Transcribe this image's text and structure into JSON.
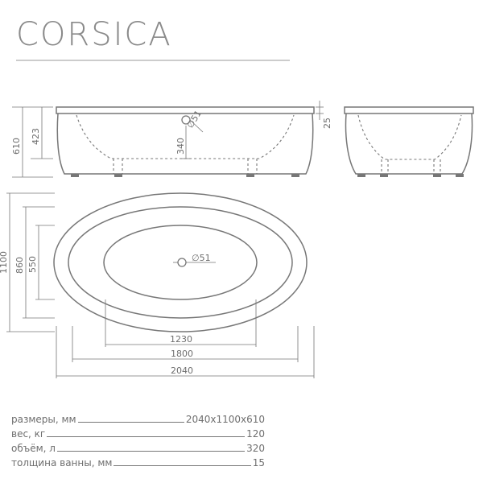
{
  "title": "CORSICA",
  "colors": {
    "line": "#777777",
    "text": "#6e6e6e"
  },
  "front_view": {
    "dim_height_total": "610",
    "dim_height_inner": "423",
    "dim_drain_height": "340",
    "dim_drain_diameter": "∅51",
    "dim_rim": "25"
  },
  "top_view": {
    "dim_width_total": "1100",
    "dim_width_outer_inner": "860",
    "dim_width_inner": "550",
    "dim_drain_diameter": "∅51",
    "dim_length_inner": "1230",
    "dim_length_outer_inner": "1800",
    "dim_length_total": "2040"
  },
  "specs": [
    {
      "label": "размеры, мм",
      "value": "2040x1100x610"
    },
    {
      "label": "вес, кг",
      "value": "120"
    },
    {
      "label": "объём, л",
      "value": "320"
    },
    {
      "label": "толщина ванны, мм",
      "value": "15"
    }
  ]
}
